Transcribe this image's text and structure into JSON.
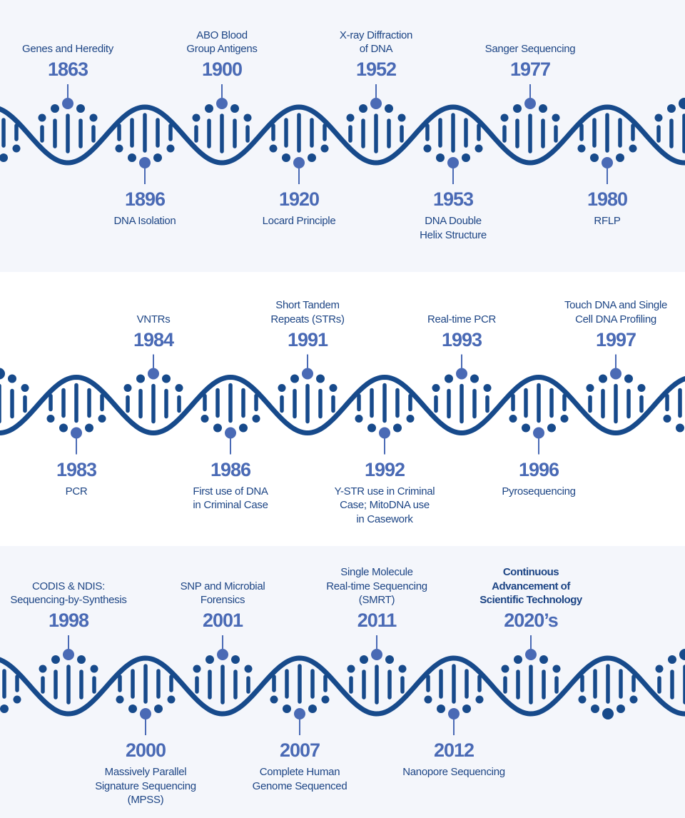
{
  "colors": {
    "background_band": "#f4f6fb",
    "helix": "#174a8b",
    "highlight": "#4a6ab5",
    "label": "#1d4585"
  },
  "rows": [
    {
      "events": [
        {
          "position": "top",
          "year": "1863",
          "label": [
            "Genes and Heredity"
          ]
        },
        {
          "position": "bottom",
          "year": "1896",
          "label": [
            "DNA Isolation"
          ]
        },
        {
          "position": "top",
          "year": "1900",
          "label": [
            "ABO Blood",
            "Group Antigens"
          ]
        },
        {
          "position": "bottom",
          "year": "1920",
          "label": [
            "Locard Principle"
          ]
        },
        {
          "position": "top",
          "year": "1952",
          "label": [
            "X-ray Diffraction",
            "of DNA"
          ]
        },
        {
          "position": "bottom",
          "year": "1953",
          "label": [
            "DNA Double",
            "Helix Structure"
          ]
        },
        {
          "position": "top",
          "year": "1977",
          "label": [
            "Sanger Sequencing"
          ]
        },
        {
          "position": "bottom",
          "year": "1980",
          "label": [
            "RFLP"
          ]
        }
      ]
    },
    {
      "events": [
        {
          "position": "bottom",
          "year": "1983",
          "label": [
            "PCR"
          ]
        },
        {
          "position": "top",
          "year": "1984",
          "label": [
            "VNTRs"
          ]
        },
        {
          "position": "bottom",
          "year": "1986",
          "label": [
            "First use of DNA",
            "in Criminal Case"
          ]
        },
        {
          "position": "top",
          "year": "1991",
          "label": [
            "Short Tandem",
            "Repeats (STRs)"
          ]
        },
        {
          "position": "bottom",
          "year": "1992",
          "label": [
            "Y-STR use in Criminal",
            "Case; MitoDNA use",
            "in Casework"
          ]
        },
        {
          "position": "top",
          "year": "1993",
          "label": [
            "Real-time PCR"
          ]
        },
        {
          "position": "bottom",
          "year": "1996",
          "label": [
            "Pyrosequencing"
          ]
        },
        {
          "position": "top",
          "year": "1997",
          "label": [
            "Touch DNA and Single",
            "Cell DNA Profiling"
          ]
        }
      ]
    },
    {
      "events": [
        {
          "position": "top",
          "year": "1998",
          "label": [
            "CODIS & NDIS:",
            "Sequencing-by-Synthesis"
          ]
        },
        {
          "position": "bottom",
          "year": "2000",
          "label": [
            "Massively Parallel",
            "Signature Sequencing",
            "(MPSS)"
          ]
        },
        {
          "position": "top",
          "year": "2001",
          "label": [
            "SNP and Microbial",
            "Forensics"
          ]
        },
        {
          "position": "bottom",
          "year": "2007",
          "label": [
            "Complete Human",
            "Genome Sequenced"
          ]
        },
        {
          "position": "top",
          "year": "2011",
          "label": [
            "Single Molecule",
            "Real-time Sequencing",
            "(SMRT)"
          ]
        },
        {
          "position": "bottom",
          "year": "2012",
          "label": [
            "Nanopore Sequencing"
          ]
        },
        {
          "position": "top",
          "year": "2020’s",
          "label": [
            "Continuous",
            "Advancement of",
            "Scientific Technology"
          ],
          "emphasis": true
        }
      ]
    }
  ]
}
